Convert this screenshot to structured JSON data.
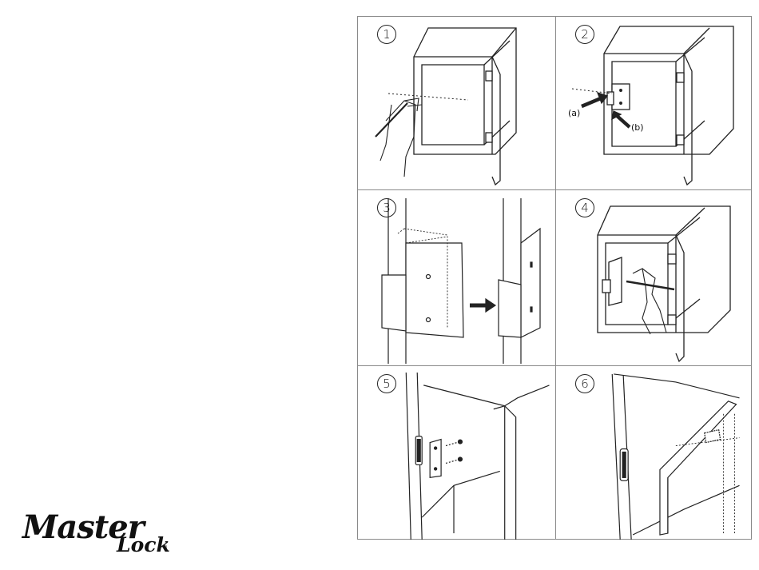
{
  "brand": {
    "line1": "Master",
    "line2": "Lock",
    "registered": "®"
  },
  "steps": [
    {
      "number": "1"
    },
    {
      "number": "2",
      "label_a": "(a)",
      "label_b": "(b)"
    },
    {
      "number": "3"
    },
    {
      "number": "4"
    },
    {
      "number": "5"
    },
    {
      "number": "6"
    }
  ]
}
